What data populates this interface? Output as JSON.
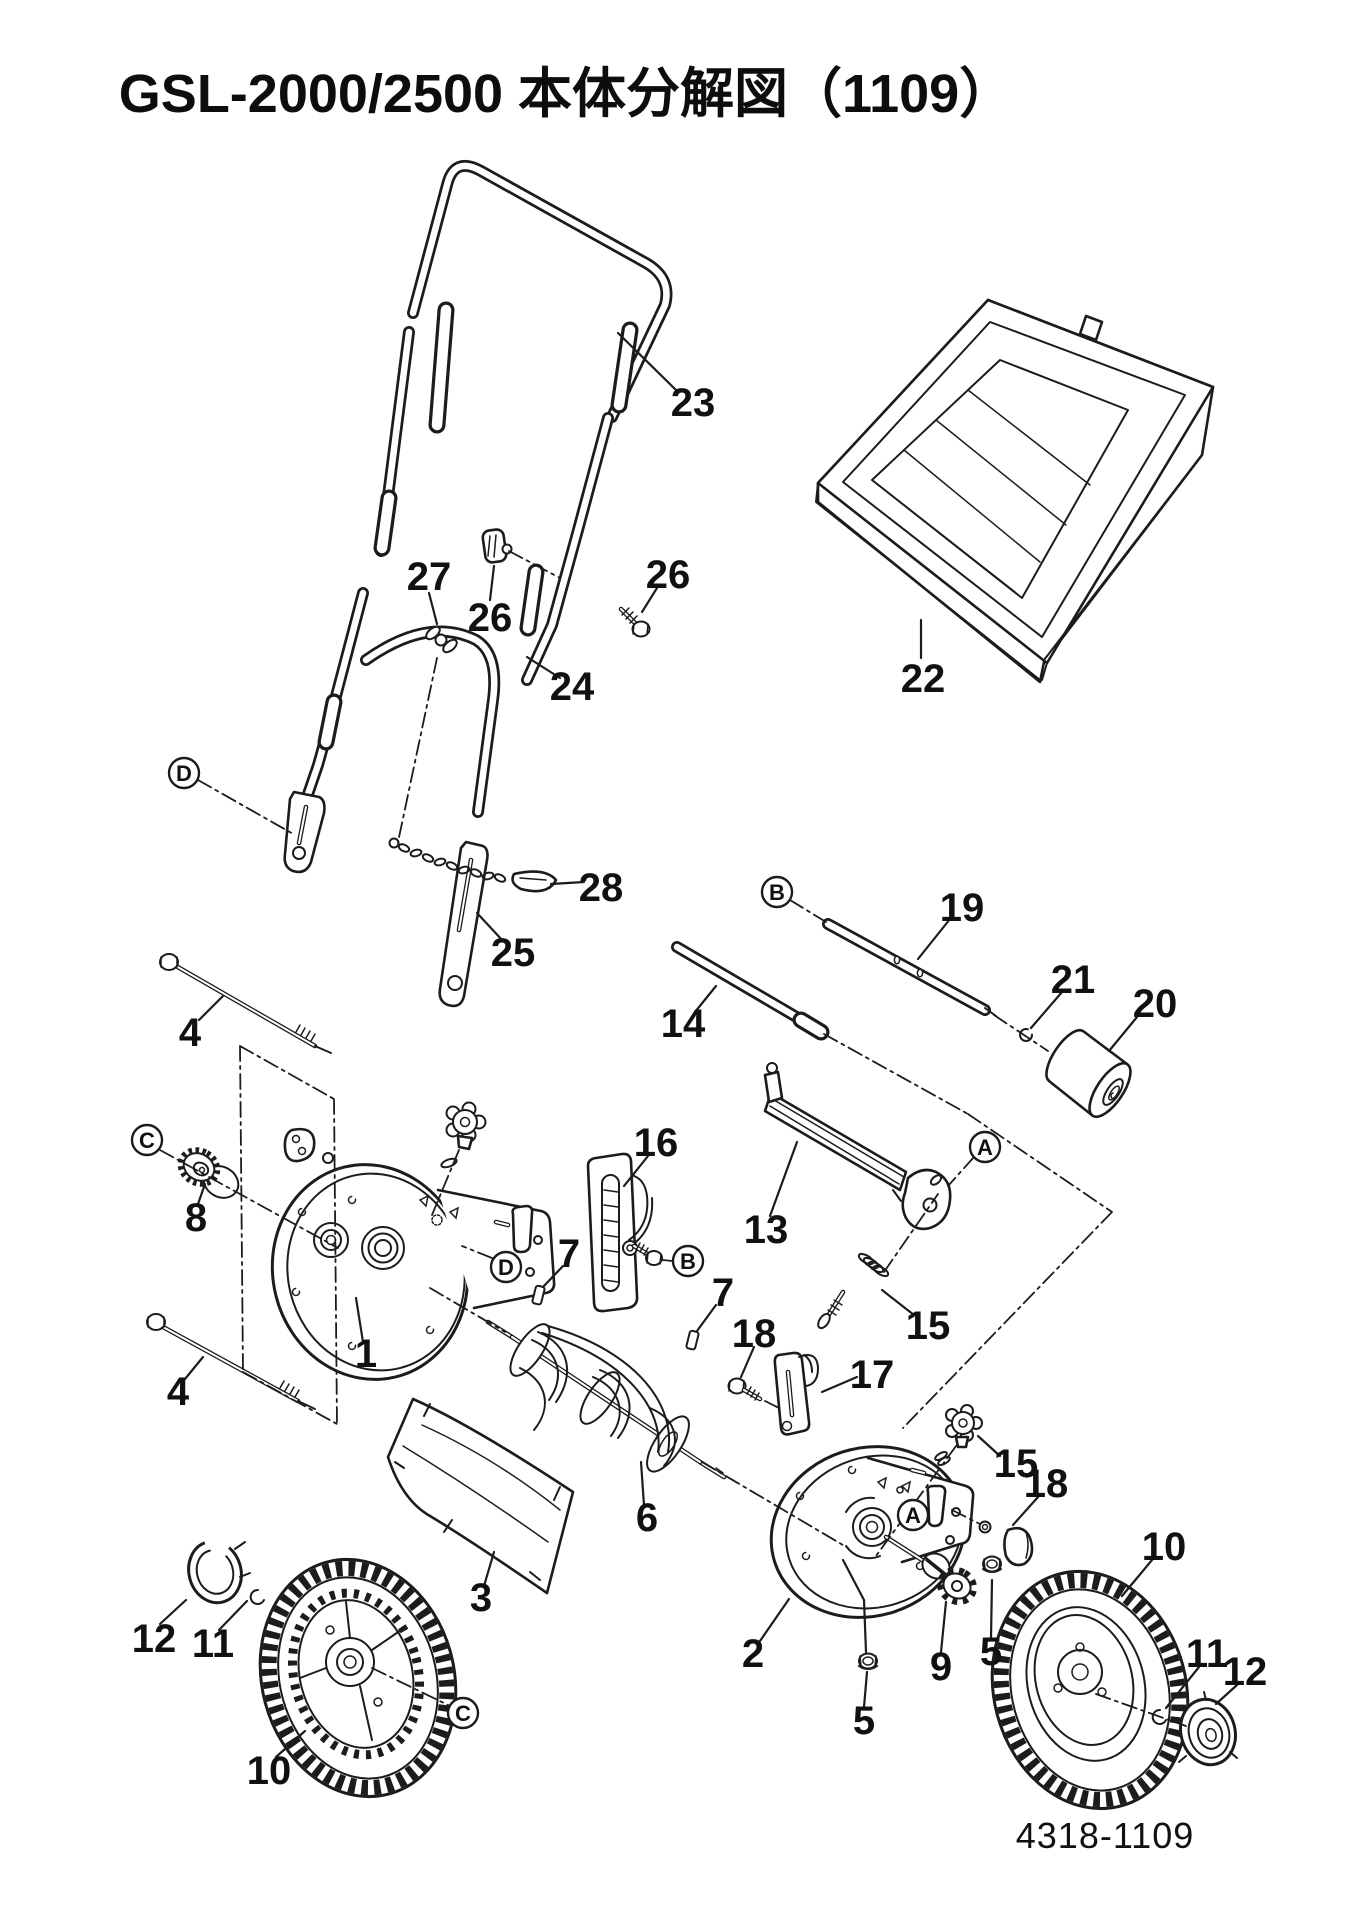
{
  "title": "GSL-2000/2500 本体分解図（1109）",
  "doc_number": "4318-1109",
  "colors": {
    "line": "#1c1c1c",
    "background": "#ffffff"
  },
  "callouts": [
    {
      "label": "23"
    },
    {
      "label": "26"
    },
    {
      "label": "26"
    },
    {
      "label": "27"
    },
    {
      "label": "24"
    },
    {
      "label": "28"
    },
    {
      "label": "25"
    },
    {
      "label": "22"
    },
    {
      "label": "19"
    },
    {
      "label": "21"
    },
    {
      "label": "20"
    },
    {
      "label": "14"
    },
    {
      "label": "4"
    },
    {
      "label": "8"
    },
    {
      "label": "16"
    },
    {
      "label": "13"
    },
    {
      "label": "7"
    },
    {
      "label": "7"
    },
    {
      "label": "15"
    },
    {
      "label": "18"
    },
    {
      "label": "17"
    },
    {
      "label": "1"
    },
    {
      "label": "4"
    },
    {
      "label": "6"
    },
    {
      "label": "3"
    },
    {
      "label": "12"
    },
    {
      "label": "11"
    },
    {
      "label": "10"
    },
    {
      "label": "2"
    },
    {
      "label": "5"
    },
    {
      "label": "9"
    },
    {
      "label": "5"
    },
    {
      "label": "15"
    },
    {
      "label": "18"
    },
    {
      "label": "10"
    },
    {
      "label": "11"
    },
    {
      "label": "12"
    }
  ],
  "ref_letters": [
    {
      "label": "D"
    },
    {
      "label": "B"
    },
    {
      "label": "C"
    },
    {
      "label": "A"
    },
    {
      "label": "B"
    },
    {
      "label": "D"
    },
    {
      "label": "A"
    },
    {
      "label": "C"
    }
  ]
}
